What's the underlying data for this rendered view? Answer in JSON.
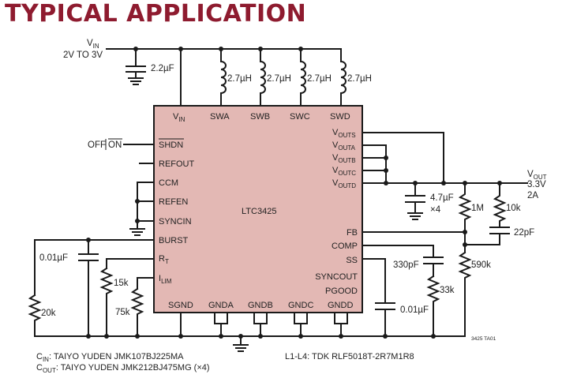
{
  "title": "TYPICAL APPLICATION",
  "colors": {
    "ic_fill": "#e3b8b4",
    "title": "#8e1b2f",
    "wire": "#1a1a1a"
  },
  "ic": {
    "name": "LTC3425",
    "top_pins": [
      "V",
      "SWA",
      "SWB",
      "SWC",
      "SWD"
    ],
    "vin_pin": {
      "main": "V",
      "sub": "IN"
    },
    "left_pins": [
      "SHDN",
      "REFOUT",
      "CCM",
      "REFEN",
      "SYNCIN",
      "BURST"
    ],
    "rt_pin": {
      "main": "R",
      "sub": "T"
    },
    "ilim_pin": {
      "main": "I",
      "sub": "LIM"
    },
    "right_pins": [
      {
        "main": "V",
        "sub": "OUTS"
      },
      {
        "main": "V",
        "sub": "OUTA"
      },
      {
        "main": "V",
        "sub": "OUTB"
      },
      {
        "main": "V",
        "sub": "OUTC"
      },
      {
        "main": "V",
        "sub": "OUTD"
      }
    ],
    "right_lower_pins": [
      "FB",
      "COMP",
      "SS",
      "SYNCOUT",
      "PGOOD"
    ],
    "bottom_pins": [
      "SGND",
      "GNDA",
      "GNDB",
      "GNDC",
      "GNDD"
    ]
  },
  "input": {
    "label_main": "V",
    "label_sub": "IN",
    "range": "2V TO 3V"
  },
  "output": {
    "label_main": "V",
    "label_sub": "OUT",
    "voltage": "3.3V",
    "current": "2A"
  },
  "shutdown": {
    "off": "OFF",
    "on": "ON"
  },
  "components": {
    "cin": "2.2µF",
    "inductors": [
      "2.7µH",
      "2.7µH",
      "2.7µH",
      "2.7µH"
    ],
    "cburst": "0.01µF",
    "r_burst": "20k",
    "r_rt": "15k",
    "r_ilim": "75k",
    "cout": "4.7µF",
    "cout_mult": "×4",
    "r_fb_top": "1M",
    "r_ff": "10k",
    "c_ff": "22pF",
    "r_fb_bot": "590k",
    "c_comp": "330pF",
    "r_comp": "33k",
    "c_ss": "0.01µF"
  },
  "notes": {
    "cin_main": "C",
    "cin_sub": "IN",
    "cin_text": ": TAIYO YUDEN JMK107BJ225MA",
    "cout_main": "C",
    "cout_sub": "OUT",
    "cout_text": ": TAIYO YUDEN JMK212BJ475MG (×4)",
    "inductor_text": "L1-L4: TDK RLF5018T-2R7M1R8"
  },
  "figure_id": "3425 TA01"
}
